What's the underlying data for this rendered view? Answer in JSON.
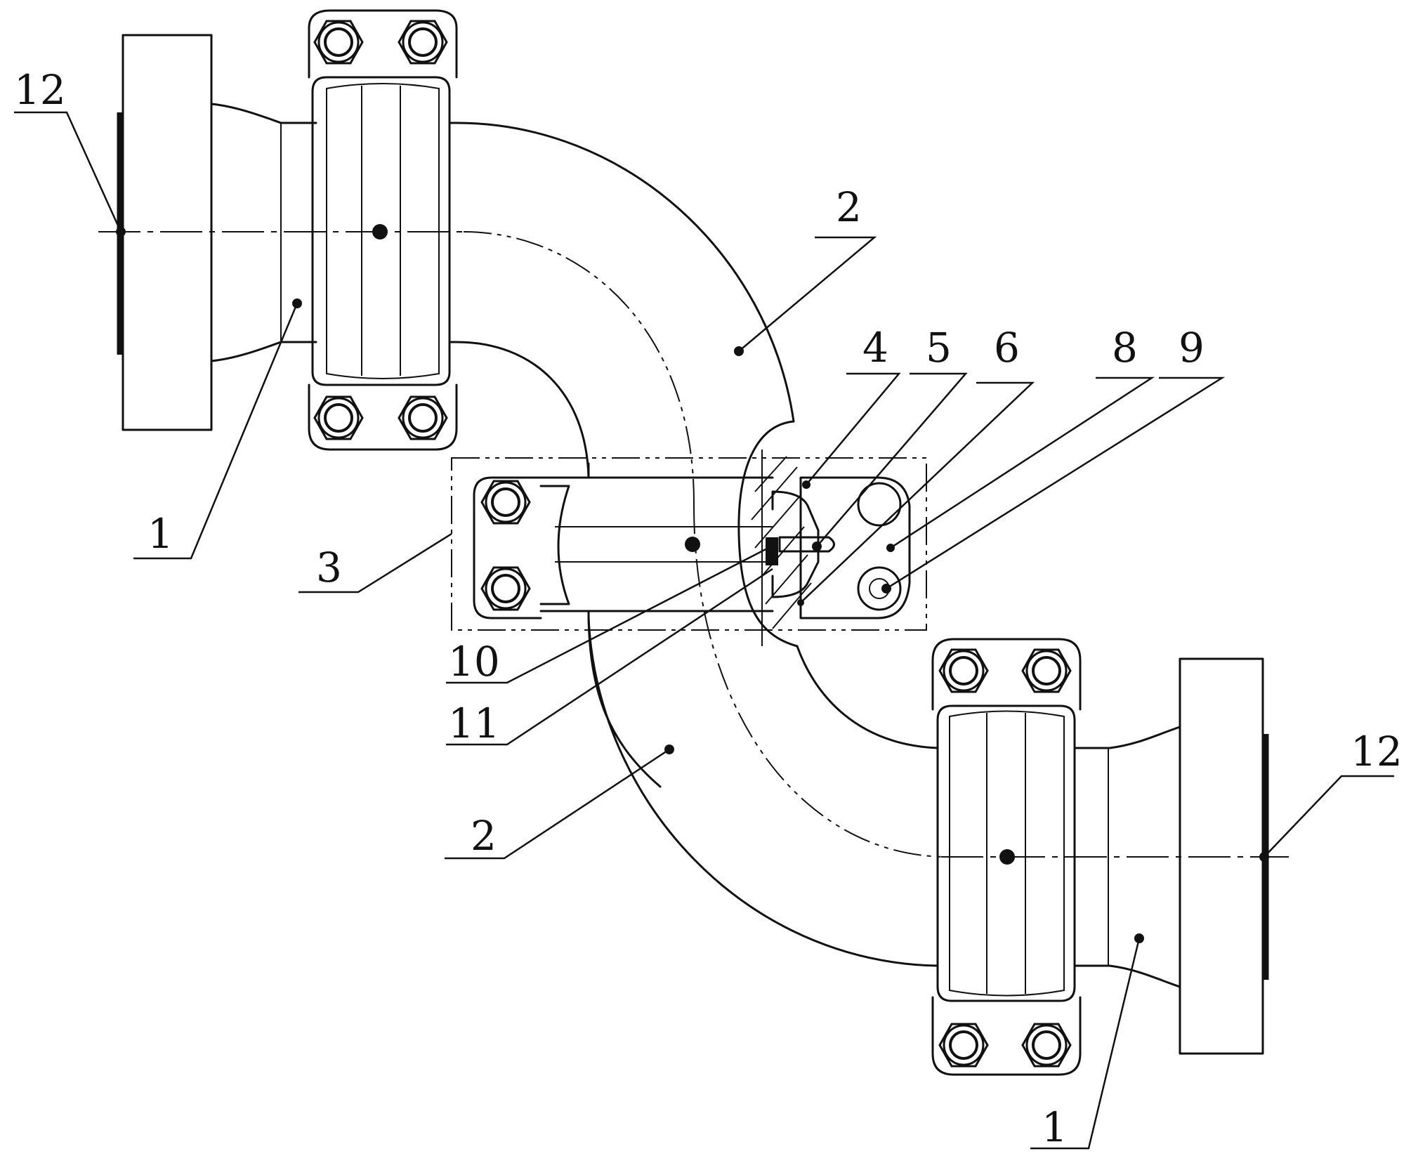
{
  "labels": {
    "c1_top": "1",
    "c1_bottom": "1",
    "c2_top": "2",
    "c2_bottom": "2",
    "c3": "3",
    "c4": "4",
    "c5": "5",
    "c6": "6",
    "c8": "8",
    "c9": "9",
    "c10": "10",
    "c11": "11",
    "c12_left": "12",
    "c12_right": "12"
  }
}
